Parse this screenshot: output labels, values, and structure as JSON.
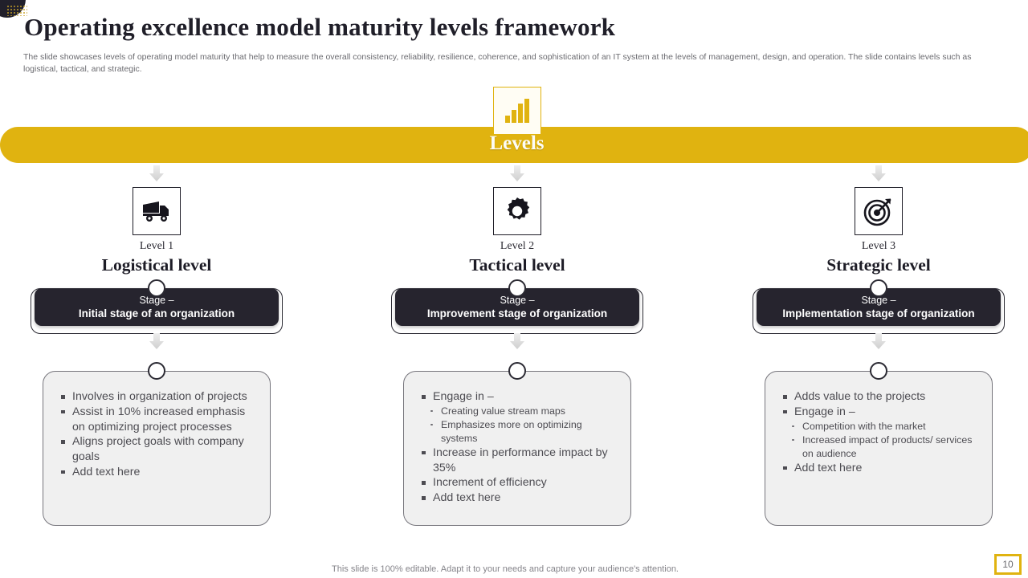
{
  "header": {
    "title": "Operating excellence model maturity levels framework",
    "subtitle": "The slide showcases levels of operating model maturity that help to measure the overall consistency, reliability, resilience, coherence, and sophistication of an IT system at the levels of management, design, and operation. The slide contains levels such as logistical, tactical, and strategic."
  },
  "banner": {
    "label": "Levels",
    "icon": "bar-chart-icon",
    "color": "#e0b310"
  },
  "columns": [
    {
      "number_label": "Level 1",
      "name": "Logistical level",
      "icon": "truck-icon",
      "stage_label": "Stage –",
      "stage_value": "Initial stage of an organization",
      "bullets": [
        {
          "text": "Involves  in organization of projects",
          "sub": []
        },
        {
          "text": "Assist in 10% increased emphasis on optimizing project processes",
          "sub": []
        },
        {
          "text": "Aligns project goals with company goals",
          "sub": []
        },
        {
          "text": "Add text here",
          "sub": []
        }
      ]
    },
    {
      "number_label": "Level 2",
      "name": "Tactical level",
      "icon": "gear-icon",
      "stage_label": "Stage –",
      "stage_value": "Improvement stage of organization",
      "bullets": [
        {
          "text": "Engage in –",
          "sub": [
            "Creating value stream maps",
            "Emphasizes more on optimizing systems"
          ]
        },
        {
          "text": "Increase  in performance impact by 35%",
          "sub": []
        },
        {
          "text": "Increment  of efficiency",
          "sub": []
        },
        {
          "text": "Add text here",
          "sub": []
        }
      ]
    },
    {
      "number_label": "Level 3",
      "name": "Strategic level",
      "icon": "target-icon",
      "stage_label": "Stage –",
      "stage_value": "Implementation stage of organization",
      "bullets": [
        {
          "text": "Adds value to the projects",
          "sub": []
        },
        {
          "text": "Engage in –",
          "sub": [
            "Competition with the market",
            "Increased impact of products/ services on audience"
          ]
        },
        {
          "text": "Add text here",
          "sub": []
        }
      ]
    }
  ],
  "footer": {
    "note": "This slide is 100% editable. Adapt it to your needs and capture your audience's attention.",
    "page_number": "10"
  }
}
